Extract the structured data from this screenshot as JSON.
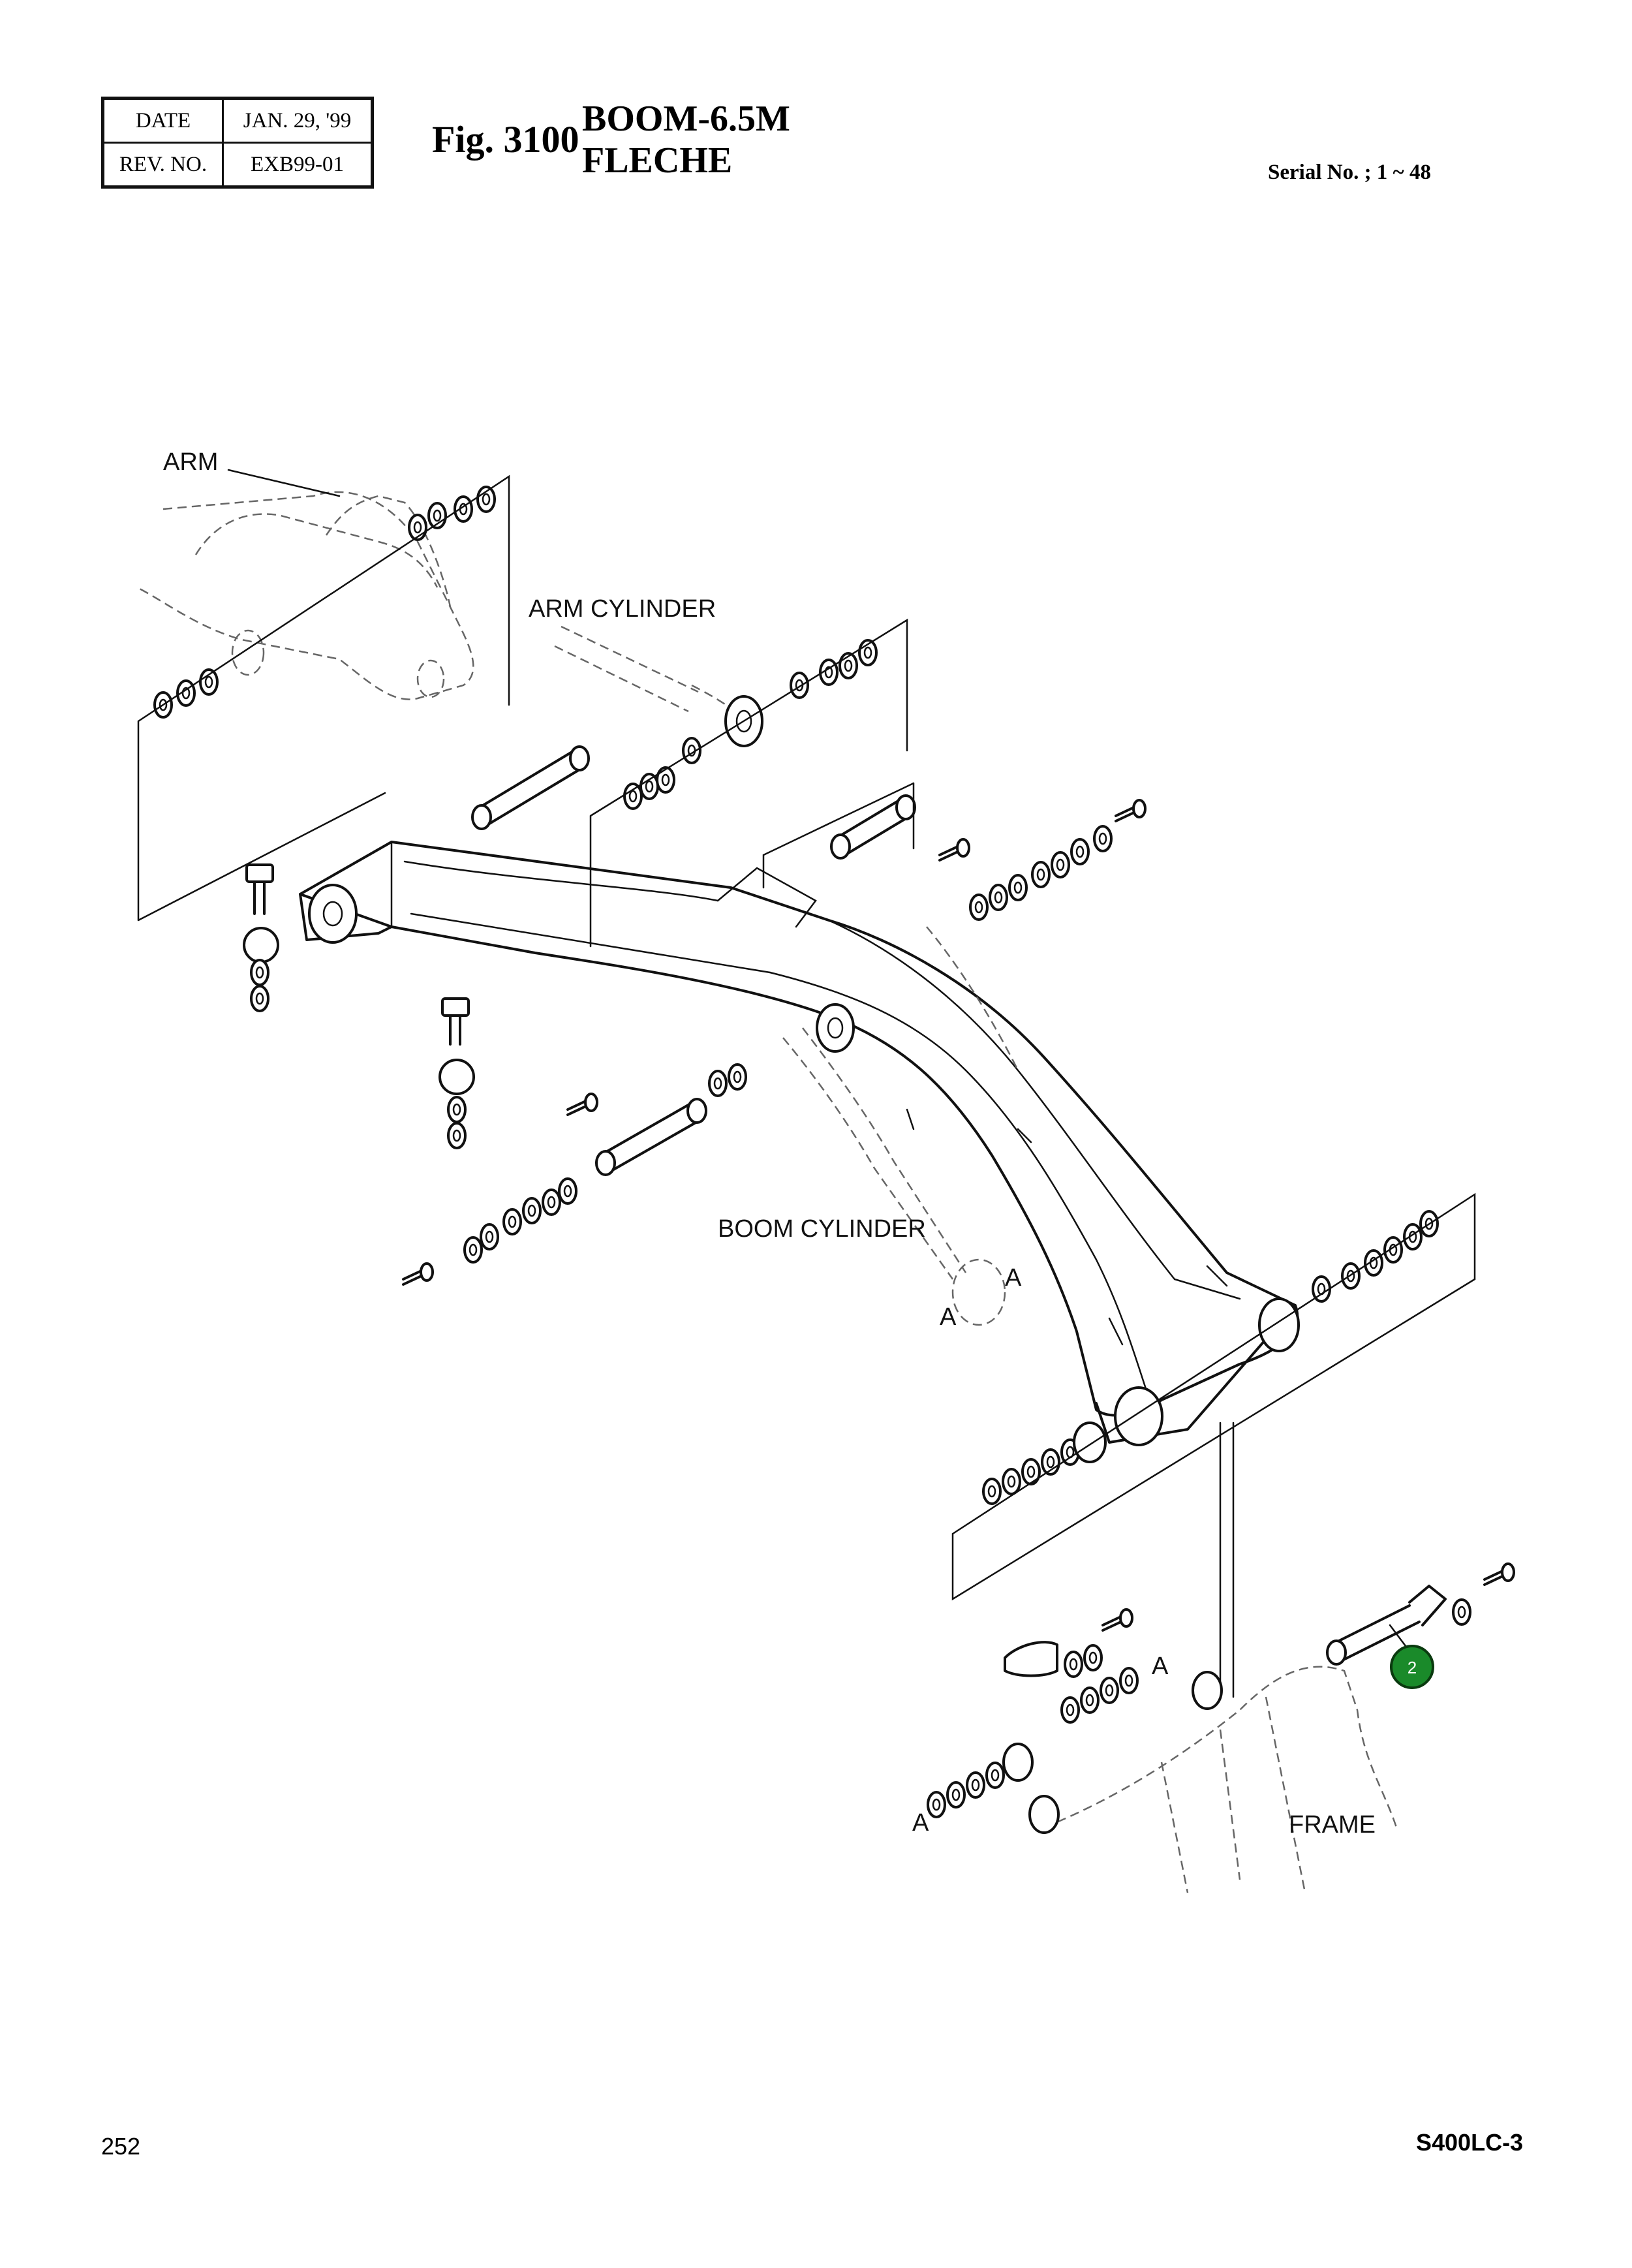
{
  "header": {
    "date_label": "DATE",
    "date_value": "JAN. 29, '99",
    "rev_label": "REV. NO.",
    "rev_value": "EXB99-01",
    "figure_number": "Fig. 3100",
    "title_line1": "BOOM-6.5M",
    "title_line2": "FLECHE",
    "serial": "Serial No. ; 1 ~ 48"
  },
  "diagram": {
    "labels": {
      "arm": "ARM",
      "arm_cylinder": "ARM CYLINDER",
      "boom_cylinder": "BOOM CYLINDER",
      "frame": "FRAME",
      "connector": "A"
    },
    "callout_ref": "2",
    "callout_color": "#1a8a2a"
  },
  "footer": {
    "page_number": "252",
    "model": "S400LC-3"
  }
}
